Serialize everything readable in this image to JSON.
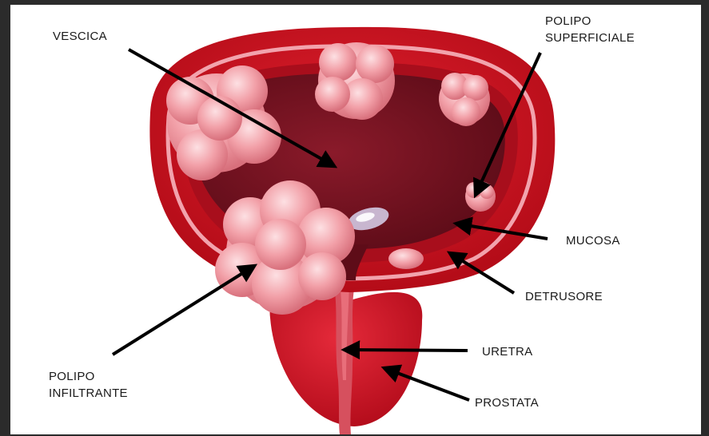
{
  "diagram": {
    "labels": {
      "vescica": "VESCICA",
      "polipo_superficiale": [
        "POLIPO",
        "SUPERFICIALE"
      ],
      "mucosa": "MUCOSA",
      "detrusore": "DETRUSORE",
      "uretra": "URETRA",
      "prostata": "PROSTATA",
      "polipo_infiltrante": [
        "POLIPO",
        "INFILTRANTE"
      ]
    },
    "colors": {
      "frame_background": "#2b2b2b",
      "canvas": "#ffffff",
      "bladder_wall": "#c80f1c",
      "bladder_lumen": "#7d1424",
      "mucosa_edge": "#f2a3ad",
      "polyp": "#f2a0a8",
      "prostate": "#cf1226",
      "arrow": "#000000"
    }
  }
}
